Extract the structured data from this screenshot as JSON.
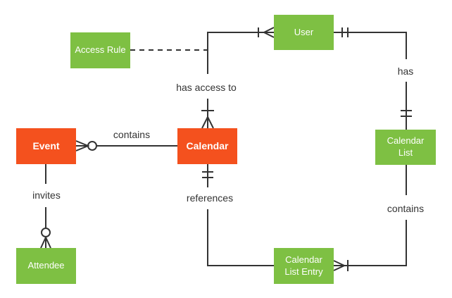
{
  "diagram": {
    "type": "entity-relationship-diagram",
    "background_color": "#ffffff",
    "colors": {
      "entity_primary_fill": "#f4511e",
      "entity_secondary_fill": "#7ec043",
      "entity_text": "#ffffff",
      "connector_stroke": "#333333",
      "relationship_label_text": "#333333"
    },
    "entities": [
      {
        "id": "access-rule",
        "label": "Access Rule",
        "variant": "secondary"
      },
      {
        "id": "user",
        "label": "User",
        "variant": "secondary"
      },
      {
        "id": "event",
        "label": "Event",
        "variant": "primary"
      },
      {
        "id": "calendar",
        "label": "Calendar",
        "variant": "primary"
      },
      {
        "id": "calendar-list",
        "label": "Calendar List",
        "variant": "secondary"
      },
      {
        "id": "attendee",
        "label": "Attendee",
        "variant": "secondary"
      },
      {
        "id": "calendar-list-entry",
        "label": "Calendar List Entry",
        "variant": "secondary"
      }
    ],
    "relationships": [
      {
        "label": "has access to",
        "between": [
          "User",
          "Calendar"
        ],
        "user_end_cardinality": "one-or-many (tick + crow's foot)",
        "calendar_end_cardinality": "one-or-many (tick + crow's foot)",
        "line_style": "solid"
      },
      {
        "label": "has",
        "between": [
          "User",
          "Calendar List"
        ],
        "user_end_cardinality": "one-and-only-one (double tick)",
        "calendar_list_end_cardinality": "one-and-only-one (double tick)",
        "line_style": "solid"
      },
      {
        "label": "contains",
        "between": [
          "Calendar",
          "Event"
        ],
        "event_end_cardinality": "zero-or-many (ring + crow's foot)",
        "calendar_end_cardinality": "unmarked",
        "line_style": "solid"
      },
      {
        "label": "invites",
        "between": [
          "Event",
          "Attendee"
        ],
        "attendee_end_cardinality": "zero-or-many (ring + crow's foot)",
        "event_end_cardinality": "unmarked",
        "line_style": "solid"
      },
      {
        "label": "references",
        "between": [
          "Calendar List Entry",
          "Calendar"
        ],
        "calendar_end_cardinality": "one-and-only-one (double tick)",
        "calendar_list_entry_end_cardinality": "unmarked",
        "line_style": "solid"
      },
      {
        "label": "contains",
        "between": [
          "Calendar List",
          "Calendar List Entry"
        ],
        "calendar_list_entry_end_cardinality": "one-or-many (crow's foot + tick)",
        "calendar_list_end_cardinality": "unmarked",
        "line_style": "solid"
      }
    ],
    "annotation_link": {
      "style": "dashed",
      "from": "Access Rule",
      "to": "User-Calendar 'has access to' relationship line"
    }
  }
}
